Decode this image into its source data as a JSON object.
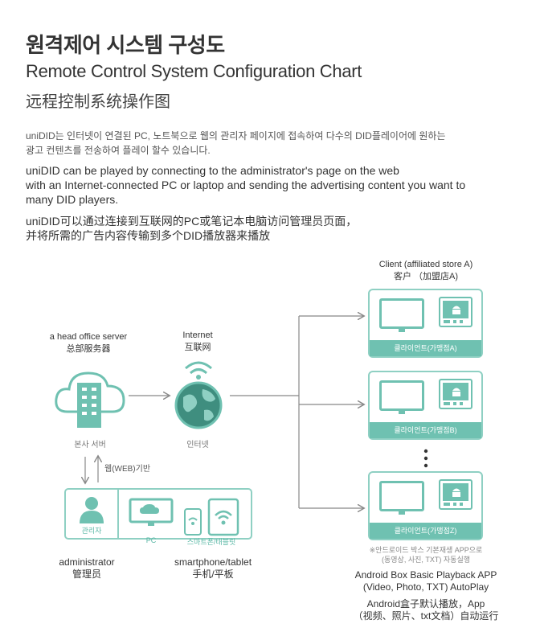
{
  "header": {
    "title_ko": "원격제어 시스템 구성도",
    "title_en": "Remote Control System Configuration Chart",
    "title_cn": "远程控制系统操作图"
  },
  "description": {
    "ko_line1": "uniDID는 인터넷이 연결된 PC, 노트북으로 웹의 관리자 페이지에 접속하여 다수의 DID플레이어에 원하는",
    "ko_line2": "광고 컨텐츠를 전송하여 플레이 할수 있습니다.",
    "en_line1": "uniDID can be played by connecting to the administrator's page on the web",
    "en_line2": "with an Internet-connected PC or laptop and sending the advertising content you want to",
    "en_line3": "many DID players.",
    "cn_line1": "uniDID可以通过连接到互联网的PC或笔记本电脑访问管理员页面，",
    "cn_line2": "并将所需的广告内容传输到多个DID播放器来播放"
  },
  "diagram": {
    "server": {
      "label_en": "a head office server",
      "label_cn": "总部服务器",
      "caption": "본사 서버"
    },
    "internet": {
      "label_en": "Internet",
      "label_cn": "互联网",
      "caption": "인터넷"
    },
    "web_link": "웹(WEB)기반",
    "admin_panel": {
      "admin_caption": "관리자",
      "pc_caption": "PC",
      "mobile_caption": "스마트폰/태블릿",
      "admin_en": "administrator",
      "admin_cn": "管理员",
      "mobile_en": "smartphone/tablet",
      "mobile_cn": "手机/平板"
    },
    "clients": {
      "header_en": "Client (affiliated store A)",
      "header_cn": "客户 （加盟店A)",
      "items": [
        {
          "label": "클라이언트(가맹점A)"
        },
        {
          "label": "클라이언트(가맹점B)"
        },
        {
          "label": "클라이언트(가맹점Z)"
        }
      ]
    },
    "notes": {
      "ko_line1": "※안드로이드 박스 기본재생 APP으로",
      "ko_line2": "(동영상, 사진, TXT) 자동실행",
      "en_line1": "Android Box Basic Playback APP",
      "en_line2": "(Video, Photo, TXT) AutoPlay",
      "cn_line1": "Android盒子默认播放，App",
      "cn_line2": "（视频、照片、txt文档）自动运行"
    },
    "colors": {
      "accent": "#6fc1b1",
      "accent_light": "#8fd0c3",
      "arrow": "#888888"
    }
  }
}
